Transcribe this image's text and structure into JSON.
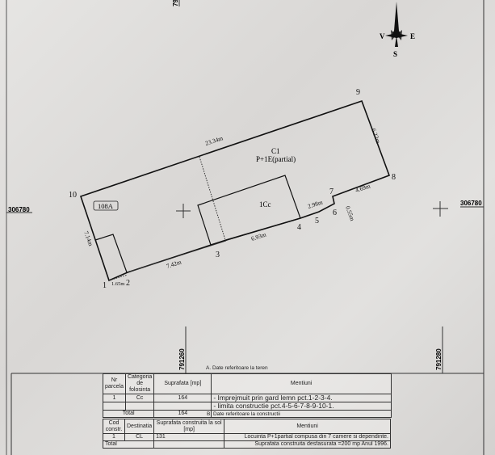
{
  "plan": {
    "points": [
      "1",
      "2",
      "3",
      "4",
      "5",
      "6",
      "7",
      "8",
      "9",
      "10"
    ],
    "distances": {
      "d10_9": "23.34m",
      "d9_8": "6.22m",
      "d8_7": "4.69m",
      "d6_7": "0.55m",
      "d5_4": "2.98m",
      "d4_3": "6.93m",
      "d3_2": "7.42m",
      "d2_1": "1.65m",
      "d1_10": "7.14m"
    },
    "parcel_label": "108A",
    "building_code": "C1",
    "building_desc": "P+1E(partial)",
    "building_use": "1Cc",
    "coord_left": "306780",
    "coord_right": "306780",
    "coord_top": "791",
    "coord_bottom_left": "791260",
    "coord_bottom_right": "791280",
    "compass": {
      "west": "V",
      "east": "E",
      "south": "S"
    }
  },
  "table_a": {
    "title": "A. Date referitoare la teren",
    "headers": [
      "Nr parcela",
      "Categoria de folosinta",
      "Suprafata [mp]",
      "Mentiuni"
    ],
    "rows": [
      [
        "1",
        "Cc",
        "164",
        "- Imprejmuit prin gard lemn pct.1-2-3-4."
      ],
      [
        "",
        "",
        "",
        "- limita constructie pct.4-5-6-7-8-9-10-1."
      ]
    ],
    "total_label": "Total",
    "total_value": "164"
  },
  "table_b": {
    "title": "B. Date referitoare la constructii",
    "headers": [
      "Cod constr.",
      "Destinatia",
      "Suprafata construita la sol [mp]",
      "Mentiuni"
    ],
    "rows": [
      [
        "1",
        "CL",
        "131",
        "Locuinta P+1partial compusa din 7 camere si dependinte."
      ]
    ],
    "total_label": "Total",
    "total_note": "Suprafata construita desfasurata =200 mp Anul 1996."
  }
}
